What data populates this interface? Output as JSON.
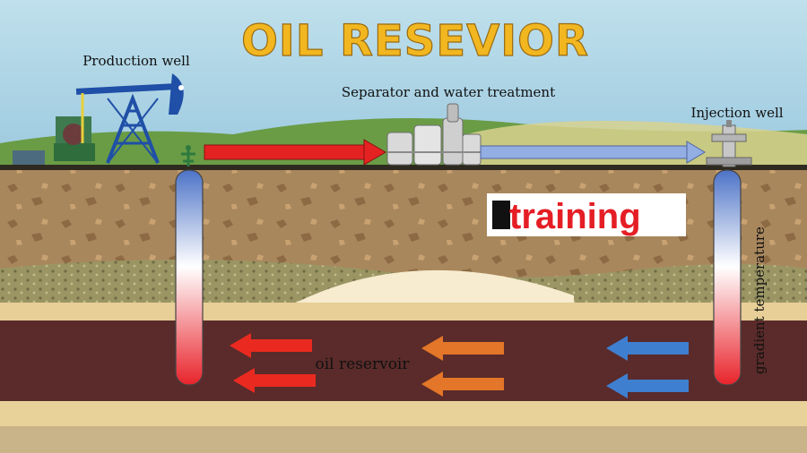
{
  "title": "OIL RESEVIOR",
  "labels": {
    "production_well": "Production well",
    "separator": "Separator and water treatment",
    "injection_well": "Injection well",
    "reservoir": "oil reservoir",
    "gradient": "gradient temperature"
  },
  "badge": {
    "text": "training"
  },
  "colors": {
    "title": "#f2b720",
    "sky": "#a9d2e3",
    "grass": "#6a9c46",
    "soil": "#a7845b",
    "rock": "#8f8f5a",
    "sand": "#f2ddb4",
    "reservoir": "#5a2b2a",
    "production_arrow": "#e52222",
    "water_arrow": "#8fa9e0",
    "reservoir_arrow_red": "#ea2a20",
    "reservoir_arrow_orange": "#e37628",
    "reservoir_arrow_blue": "#3f7fcf",
    "badge_red": "#e51e25"
  },
  "icons": [
    "pumpjack-icon",
    "wellhead-icon",
    "separator-tanks-icon",
    "injection-wellhead-icon"
  ]
}
